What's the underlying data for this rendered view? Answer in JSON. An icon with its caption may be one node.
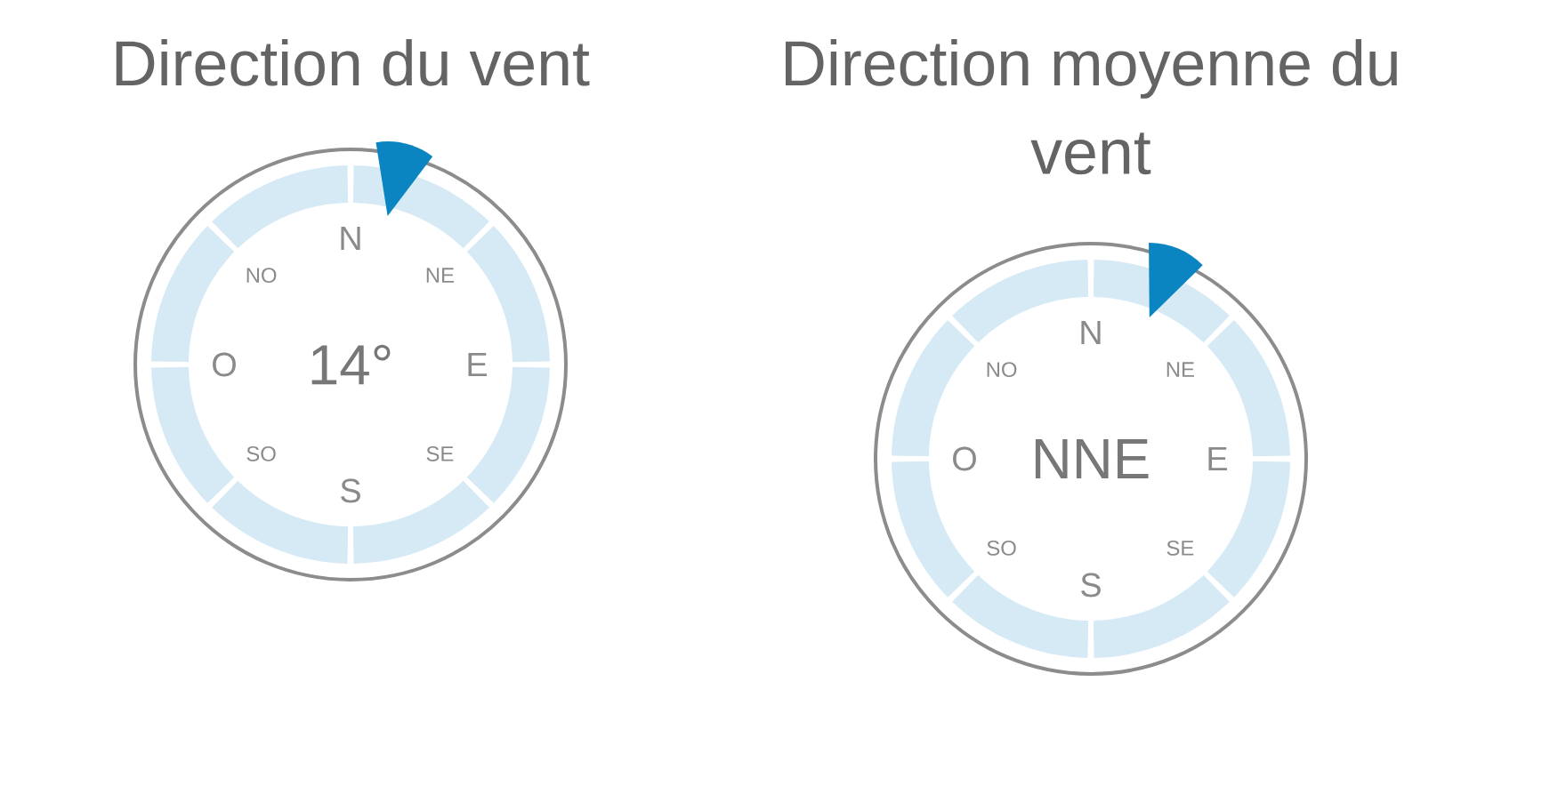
{
  "diagram": {
    "nodes": [
      {
        "text": [
          "Direction du vent",
          "14°"
        ]
      },
      {
        "text": [
          "Direction moyenne du vent",
          "NNE"
        ]
      }
    ],
    "labels": [
      "N",
      "NO",
      "NE",
      "O",
      "E",
      "SO",
      "SE",
      "S",
      "N",
      "NO",
      "NE",
      "O",
      "E",
      "SO",
      "SE",
      "S"
    ]
  }
}
